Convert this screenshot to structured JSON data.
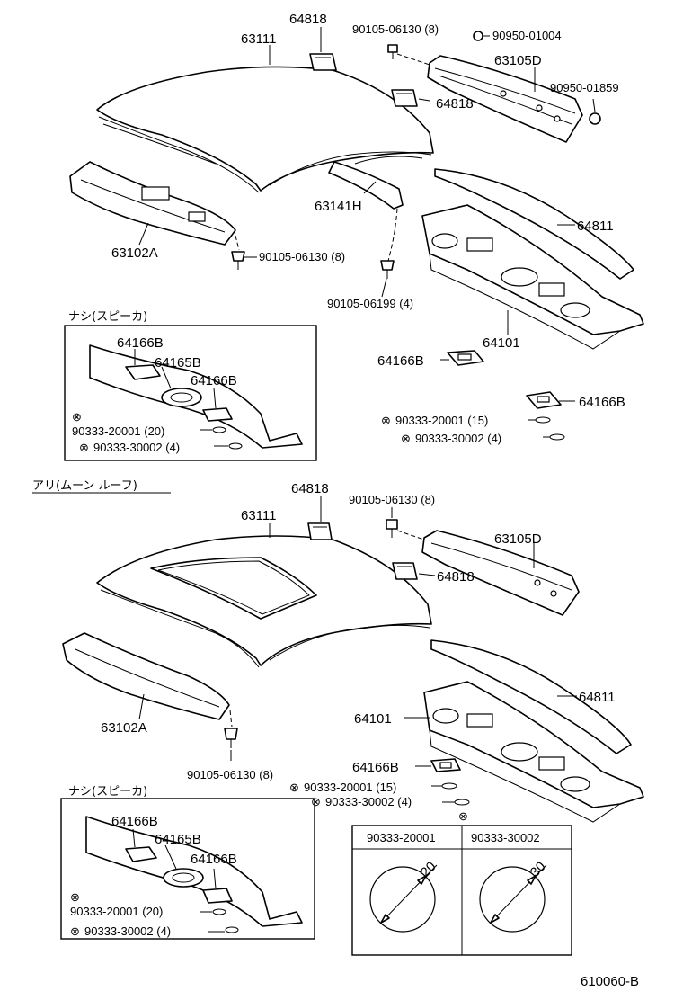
{
  "diagram_id": "610060-B",
  "section_top": {
    "parts": {
      "roof_panel": "63111",
      "clip_a": "64818",
      "bolt_a": "90105-06130 (8)",
      "nut_a": "90950-01004",
      "front_header": "63105D",
      "clip_b": "64818",
      "grommet": "90950-01859",
      "roof_bow": "63141H",
      "rear_header": "63102A",
      "screw_a": "90105-06130 (8)",
      "package_tray_panel": "64811",
      "screw_b": "90105-06199 (4)",
      "package_tray": "64101",
      "seal_a": "64166B",
      "seal_b": "64166B",
      "plug_a": "90333-20001 (15)",
      "plug_b": "90333-30002 (4)"
    },
    "inset": {
      "title": "ナシ(スピーカ)",
      "seal_a": "64166B",
      "speaker_cover": "64165B",
      "seal_b": "64166B",
      "plug_a": "90333-20001 (20)",
      "plug_b": "90333-30002 (4)"
    }
  },
  "section_bottom": {
    "title": "アリ(ムーン ルーフ)",
    "parts": {
      "clip_a": "64818",
      "bolt_a": "90105-06130 (8)",
      "roof_panel": "63111",
      "front_header": "63105D",
      "clip_b": "64818",
      "package_tray_panel": "64811",
      "package_tray": "64101",
      "rear_header": "63102A",
      "seal": "64166B",
      "screw": "90105-06130 (8)",
      "plug_a": "90333-20001 (15)",
      "plug_b": "90333-30002 (4)"
    },
    "inset": {
      "title": "ナシ(スピーカ)",
      "seal_a": "64166B",
      "speaker_cover": "64165B",
      "seal_b": "64166B",
      "plug_a": "90333-20001 (20)",
      "plug_b": "90333-30002 (4)"
    },
    "size_table": {
      "col_a": "90333-20001",
      "col_b": "90333-30002",
      "dim_a": "20",
      "dim_b": "30"
    }
  },
  "symbols": {
    "note_mark": "⊗"
  }
}
